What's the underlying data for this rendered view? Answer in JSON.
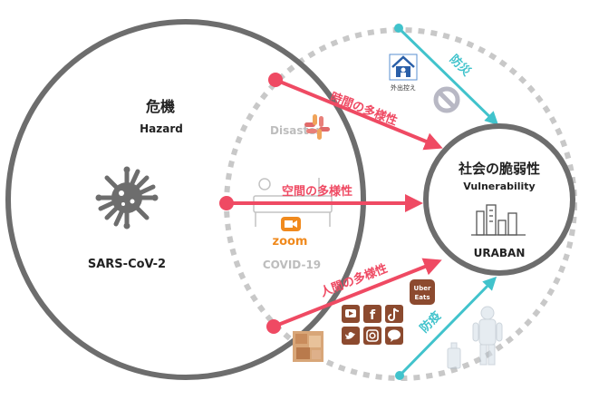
{
  "hazard": {
    "title": "危機",
    "subtitle": "Hazard",
    "virus_label": "SARS-CoV-2"
  },
  "covid": {
    "disaster_label": "Disaster",
    "zoom_label": "zoom",
    "covid_label": "COVID-19"
  },
  "vulnerability": {
    "title": "社会の脆弱性",
    "subtitle": "Vulnerability",
    "city_label": "URABAN"
  },
  "arrows": {
    "time": "時間の多様性",
    "space": "空間の多様性",
    "people": "人間の多様性",
    "disaster_prevention": "防災",
    "epidemic_prevention": "防疫"
  },
  "icons": {
    "stay_home_caption": "外出控え",
    "ubereats_line1": "Uber",
    "ubereats_line2": "Eats",
    "social_apps": [
      "youtube-icon",
      "facebook-icon",
      "tiktok-icon",
      "twitter-icon",
      "instagram-icon",
      "line-icon"
    ]
  },
  "colors": {
    "hazard_ring": "#6d6d6d",
    "red_arrow": "#ef4a63",
    "teal_arrow": "#41c3cc",
    "dashed_ring": "#c8c8c8",
    "app_tile": "#8c4a2f",
    "zoom_orange": "#f08a1e"
  }
}
